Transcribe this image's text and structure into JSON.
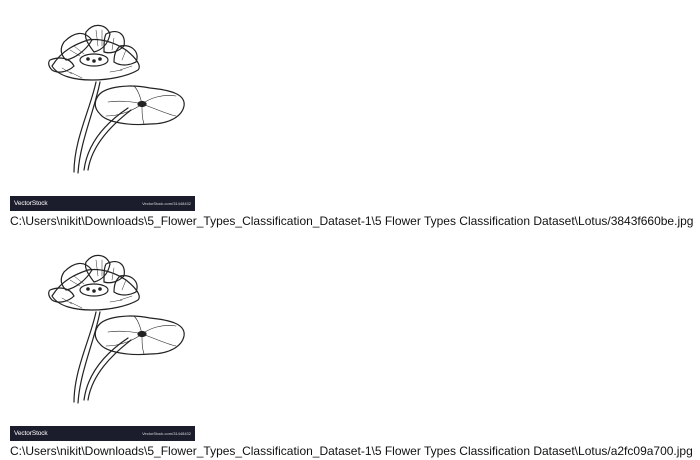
{
  "outputs": [
    {
      "watermark_brand": "VectorStock",
      "watermark_id": "VectorStock.com/31448432",
      "file_path": "C:\\Users\\nikit\\Downloads\\5_Flower_Types_Classification_Dataset-1\\5 Flower Types Classification Dataset\\Lotus/3843f660be.jpg",
      "icon": "lotus-drawing"
    },
    {
      "watermark_brand": "VectorStock",
      "watermark_id": "VectorStock.com/31448432",
      "file_path": "C:\\Users\\nikit\\Downloads\\5_Flower_Types_Classification_Dataset-1\\5 Flower Types Classification Dataset\\Lotus/a2fc09a700.jpg",
      "icon": "lotus-drawing"
    }
  ],
  "colors": {
    "watermark_bar": "#1b1d2c",
    "ink": "#222222",
    "background": "#ffffff"
  }
}
